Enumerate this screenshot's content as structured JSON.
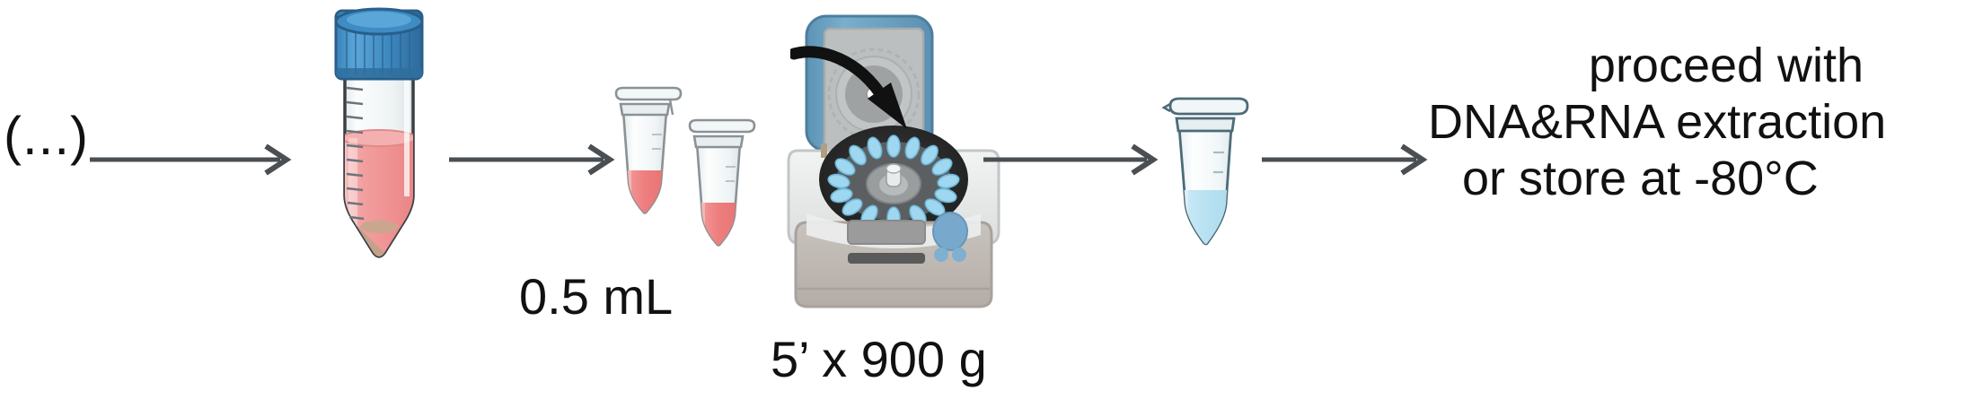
{
  "diagram": {
    "title": "Sample processing workflow",
    "type": "laboratory-protocol-flow",
    "background": "#ffffff"
  },
  "steps": [
    {
      "id": "continuation",
      "kind": "text",
      "label": "(...)"
    },
    {
      "id": "conical-tube",
      "kind": "illustration",
      "icon": "conical-centrifuge-tube-50ml",
      "description": "50 mL conical tube with blue screw cap, graduations and pink sample",
      "colors": {
        "cap": "#3d87bf",
        "cap_dark": "#2f6f9e",
        "cap_light": "#5aa3d6",
        "liquid": "#f09a9a",
        "liquid_light": "#f6bcbc",
        "pellet": "#c4a189",
        "glass": "#f2f5f6",
        "outline": "#3a3f44"
      }
    },
    {
      "id": "aliquot-tubes",
      "kind": "illustration",
      "icon": "microcentrifuge-tubes-pair",
      "description": "Two open 1.5 mL microcentrifuge tubes containing pink sample",
      "label": "0.5 mL",
      "colors": {
        "liquid": "#ef8080",
        "tube": "#f4f7f8",
        "outline": "#8a9296"
      }
    },
    {
      "id": "centrifuge",
      "kind": "illustration",
      "icon": "benchtop-centrifuge",
      "description": "Benchtop microcentrifuge with open lid, blue rotor slots, control panel",
      "label": "5’ x 900 g",
      "colors": {
        "lid_blue": "#6a9fc0",
        "lid_inner": "#b9bcbd",
        "body": "#e9ebec",
        "base": "#bdb6b0",
        "chamber": "#2f2f2f",
        "rotor_slots": "#9ed7ef",
        "knob": "#78a9cc",
        "display": "#9b9b9b"
      },
      "load_arrow": {
        "icon": "curved-load-arrow",
        "color": "#111111",
        "description": "Curved arrow indicating loading tubes into the rotor"
      }
    },
    {
      "id": "supernatant-tube",
      "kind": "illustration",
      "icon": "microcentrifuge-tube-single",
      "description": "Single microcentrifuge tube containing light blue supernatant",
      "colors": {
        "liquid": "#bfe3f2",
        "tube": "#f4f8fa",
        "outline": "#4c6b78"
      }
    },
    {
      "id": "outcome",
      "kind": "text",
      "lines": [
        "proceed with",
        "DNA&RNA extraction",
        "or store at -80°C"
      ]
    }
  ],
  "arrows": [
    {
      "id": "arrow-1",
      "from": "continuation",
      "to": "conical-tube",
      "icon": "right-arrow",
      "color": "#4a4f54"
    },
    {
      "id": "arrow-2",
      "from": "conical-tube",
      "to": "aliquot-tubes",
      "icon": "right-arrow",
      "color": "#4a4f54"
    },
    {
      "id": "arrow-3",
      "from": "aliquot-tubes",
      "to": "centrifuge",
      "icon": "right-arrow",
      "color": "#4a4f54"
    },
    {
      "id": "arrow-4",
      "from": "centrifuge",
      "to": "supernatant-tube",
      "icon": "right-arrow",
      "color": "#4a4f54"
    },
    {
      "id": "arrow-5",
      "from": "supernatant-tube",
      "to": "outcome",
      "icon": "right-arrow",
      "color": "#4a4f54"
    }
  ],
  "labels": {
    "ellipsis": "(...)",
    "volume": "0.5 mL",
    "spin": "5’ x 900 g",
    "outcome_line_1": "proceed with",
    "outcome_line_2": "DNA&RNA extraction",
    "outcome_line_3": "or store at -80°C"
  }
}
